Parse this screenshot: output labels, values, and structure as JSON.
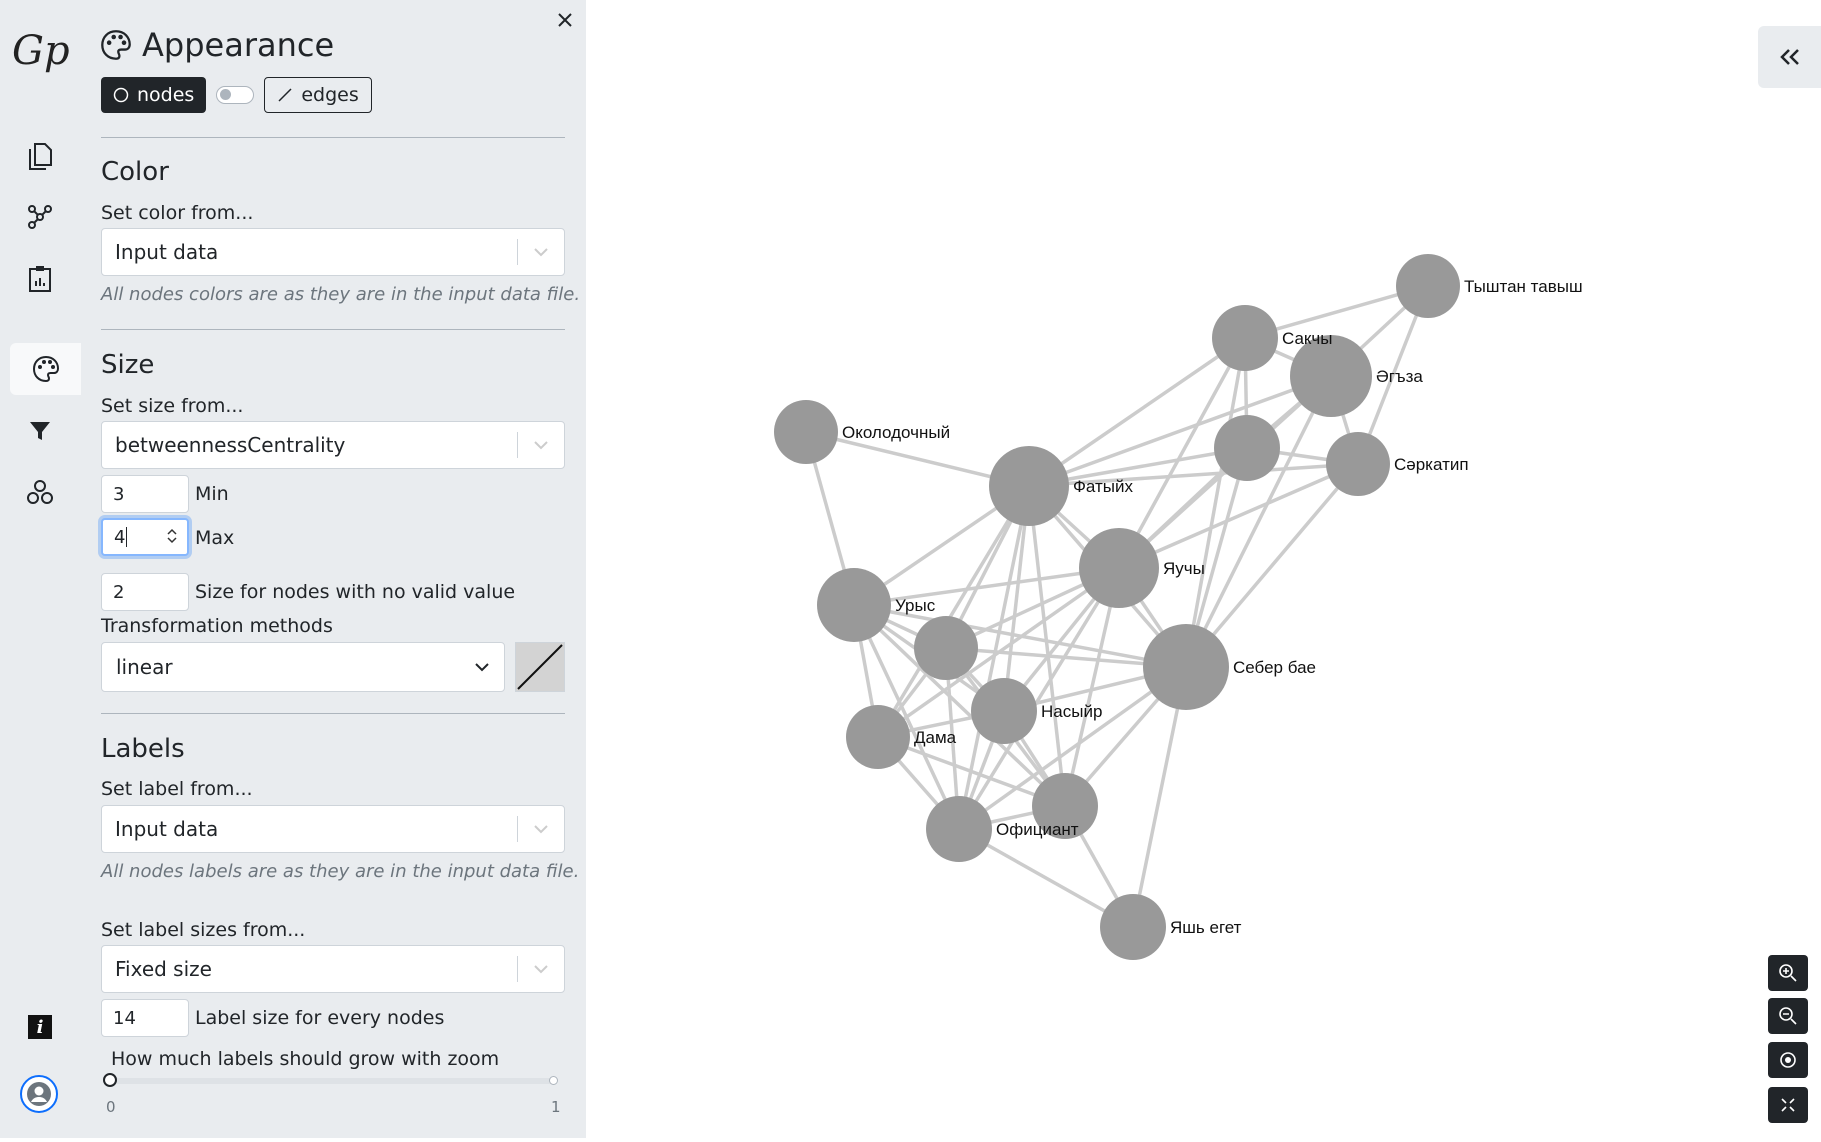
{
  "app": {
    "logo_text": "Gp"
  },
  "rail": {
    "items": [
      {
        "name": "file-icon",
        "label": ""
      },
      {
        "name": "graph-icon",
        "label": ""
      },
      {
        "name": "statistics-icon",
        "label": ""
      },
      {
        "name": "appearance-icon",
        "label": ""
      },
      {
        "name": "filter-icon",
        "label": ""
      },
      {
        "name": "layout-icon",
        "label": ""
      }
    ],
    "info_label": "i"
  },
  "panel": {
    "title": "Appearance",
    "toggle": {
      "nodes_label": "nodes",
      "edges_label": "edges",
      "selected": "nodes"
    },
    "color": {
      "heading": "Color",
      "set_label": "Set color from...",
      "selected": "Input data",
      "hint": "All nodes colors are as they are in the input data file."
    },
    "size": {
      "heading": "Size",
      "set_label": "Set size from...",
      "selected": "betweennessCentrality",
      "min_value": "3",
      "min_label": "Min",
      "max_value": "4",
      "max_label": "Max",
      "default_value": "2",
      "default_label": "Size for nodes with no valid value",
      "transform_label": "Transformation methods",
      "transform_selected": "linear"
    },
    "labels": {
      "heading": "Labels",
      "set_label": "Set label from...",
      "selected": "Input data",
      "hint": "All nodes labels are as they are in the input data file.",
      "size_label": "Set label sizes from...",
      "size_selected": "Fixed size",
      "fixed_value": "14",
      "fixed_label": "Label size for every nodes",
      "zoom_label": "How much labels should grow with zoom",
      "zoom_min": "0",
      "zoom_max": "1",
      "zoom_value": 0
    }
  },
  "graph": {
    "nodes": [
      {
        "id": "tyshtan",
        "label": "Тыштан тавыш"
      },
      {
        "id": "sakchy",
        "label": "Сакчы"
      },
      {
        "id": "egza",
        "label": "Әгъза"
      },
      {
        "id": "okolodochny",
        "label": "Околодочный"
      },
      {
        "id": "n_mid",
        "label": ""
      },
      {
        "id": "serkatip",
        "label": "Сәркатип"
      },
      {
        "id": "fatyikh",
        "label": "Фатыйх"
      },
      {
        "id": "yauchy",
        "label": "Яучы"
      },
      {
        "id": "urys",
        "label": "Урыс"
      },
      {
        "id": "n_left",
        "label": ""
      },
      {
        "id": "seber",
        "label": "Себер бае"
      },
      {
        "id": "nasyir",
        "label": "Насыйр"
      },
      {
        "id": "dama",
        "label": "Дама"
      },
      {
        "id": "n_low",
        "label": ""
      },
      {
        "id": "ofitsiant",
        "label": "Официант"
      },
      {
        "id": "yash",
        "label": "Яшь егет"
      }
    ],
    "edges": [
      [
        "sakchy",
        "tyshtan"
      ],
      [
        "egza",
        "tyshtan"
      ],
      [
        "serkatip",
        "tyshtan"
      ],
      [
        "sakchy",
        "egza"
      ],
      [
        "sakchy",
        "n_mid"
      ],
      [
        "sakchy",
        "fatyikh"
      ],
      [
        "sakchy",
        "seber"
      ],
      [
        "sakchy",
        "yauchy"
      ],
      [
        "egza",
        "n_mid"
      ],
      [
        "egza",
        "fatyikh"
      ],
      [
        "egza",
        "seber"
      ],
      [
        "egza",
        "serkatip"
      ],
      [
        "egza",
        "yauchy"
      ],
      [
        "okolodochny",
        "fatyikh"
      ],
      [
        "okolodochny",
        "urys"
      ],
      [
        "n_mid",
        "fatyikh"
      ],
      [
        "n_mid",
        "serkatip"
      ],
      [
        "n_mid",
        "seber"
      ],
      [
        "n_mid",
        "yauchy"
      ],
      [
        "serkatip",
        "fatyikh"
      ],
      [
        "serkatip",
        "seber"
      ],
      [
        "serkatip",
        "yauchy"
      ],
      [
        "fatyikh",
        "urys"
      ],
      [
        "fatyikh",
        "n_left"
      ],
      [
        "fatyikh",
        "nasyir"
      ],
      [
        "fatyikh",
        "dama"
      ],
      [
        "fatyikh",
        "ofitsiant"
      ],
      [
        "fatyikh",
        "n_low"
      ],
      [
        "fatyikh",
        "seber"
      ],
      [
        "fatyikh",
        "yauchy"
      ],
      [
        "yauchy",
        "urys"
      ],
      [
        "yauchy",
        "n_left"
      ],
      [
        "yauchy",
        "nasyir"
      ],
      [
        "yauchy",
        "dama"
      ],
      [
        "yauchy",
        "ofitsiant"
      ],
      [
        "yauchy",
        "n_low"
      ],
      [
        "yauchy",
        "seber"
      ],
      [
        "urys",
        "n_left"
      ],
      [
        "urys",
        "dama"
      ],
      [
        "urys",
        "nasyir"
      ],
      [
        "urys",
        "seber"
      ],
      [
        "urys",
        "ofitsiant"
      ],
      [
        "urys",
        "n_low"
      ],
      [
        "n_left",
        "dama"
      ],
      [
        "n_left",
        "nasyir"
      ],
      [
        "n_left",
        "seber"
      ],
      [
        "n_left",
        "ofitsiant"
      ],
      [
        "n_left",
        "n_low"
      ],
      [
        "seber",
        "nasyir"
      ],
      [
        "seber",
        "n_low"
      ],
      [
        "seber",
        "ofitsiant"
      ],
      [
        "seber",
        "yash"
      ],
      [
        "nasyir",
        "dama"
      ],
      [
        "nasyir",
        "ofitsiant"
      ],
      [
        "nasyir",
        "n_low"
      ],
      [
        "dama",
        "ofitsiant"
      ],
      [
        "dama",
        "n_low"
      ],
      [
        "ofitsiant",
        "n_low"
      ],
      [
        "ofitsiant",
        "yash"
      ],
      [
        "n_low",
        "yash"
      ]
    ],
    "node_color": "#999999",
    "edge_color": "#cccccc"
  },
  "colors": {
    "accent_dark": "#212529",
    "panel_bg": "#e9ecef",
    "focus": "#86b7fe"
  }
}
